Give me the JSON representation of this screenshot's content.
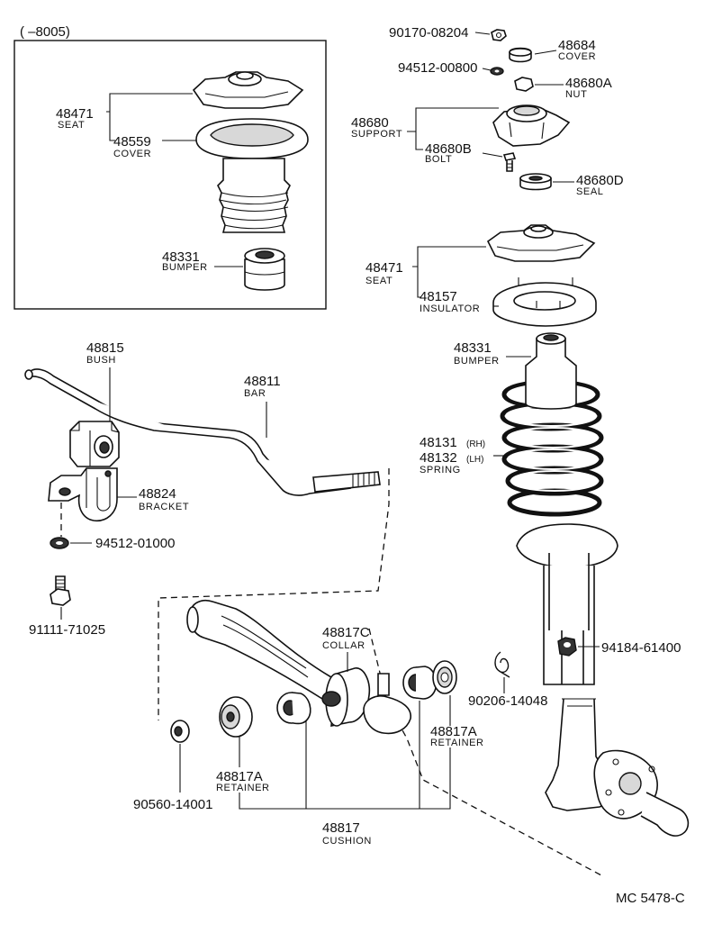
{
  "header_range": "(    –8005)",
  "parts": {
    "seat_upper": {
      "num": "48471",
      "name": "SEAT"
    },
    "cover_upper": {
      "num": "48559",
      "name": "COVER"
    },
    "bumper_upper": {
      "num": "48331",
      "name": "BUMPER"
    },
    "nut_top": {
      "num": "90170-08204"
    },
    "washer_top": {
      "num": "94512-00800"
    },
    "cover_top": {
      "num": "48684",
      "name": "COVER"
    },
    "nut_48680A": {
      "num": "48680A",
      "name": "NUT"
    },
    "support": {
      "num": "48680",
      "name": "SUPPORT"
    },
    "bolt": {
      "num": "48680B",
      "name": "BOLT"
    },
    "seal": {
      "num": "48680D",
      "name": "SEAL"
    },
    "seat_lower": {
      "num": "48471",
      "name": "SEAT"
    },
    "insulator": {
      "num": "48157",
      "name": "INSULATOR"
    },
    "bumper_lower": {
      "num": "48331",
      "name": "BUMPER"
    },
    "spring": {
      "num_rh": "48131",
      "rh": "(RH)",
      "num_lh": "48132",
      "lh": "(LH)",
      "name": "SPRING"
    },
    "bush": {
      "num": "48815",
      "name": "BUSH"
    },
    "bar": {
      "num": "48811",
      "name": "BAR"
    },
    "bracket": {
      "num": "48824",
      "name": "BRACKET"
    },
    "washer_bracket": {
      "num": "94512-01000"
    },
    "bolt_bracket": {
      "num": "91111-71025"
    },
    "collar": {
      "num": "48817C",
      "name": "COLLAR"
    },
    "nut_strut": {
      "num": "94184-61400"
    },
    "clip": {
      "num": "90206-14048"
    },
    "retainer_right": {
      "num": "48817A",
      "name": "RETAINER"
    },
    "retainer_left": {
      "num": "48817A",
      "name": "RETAINER"
    },
    "nut_lower": {
      "num": "90560-14001"
    },
    "cushion": {
      "num": "48817",
      "name": "CUSHION"
    }
  },
  "footer_code": "MC  5478-C"
}
